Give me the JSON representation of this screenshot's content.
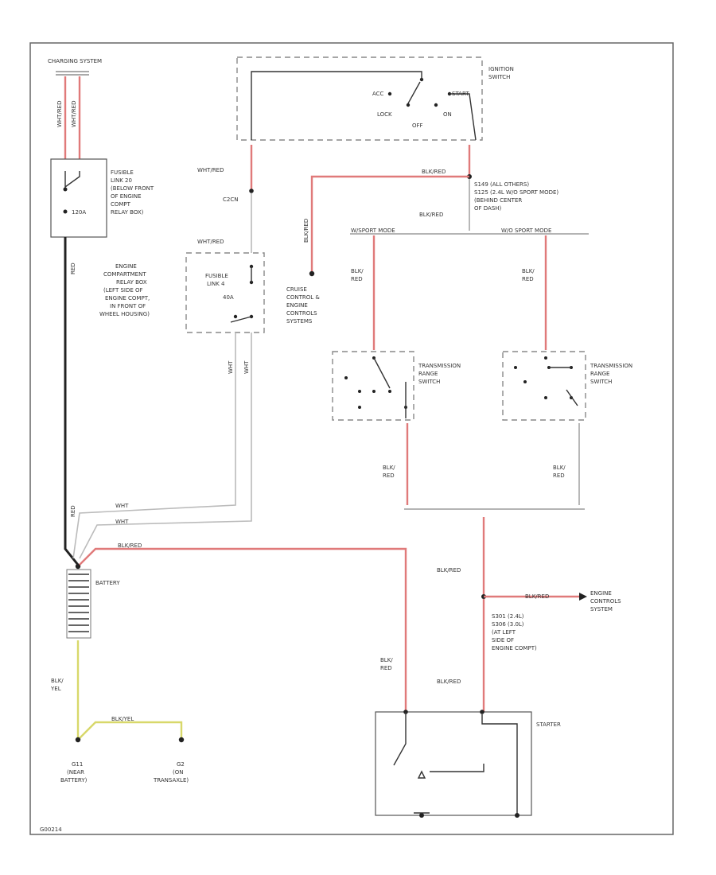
{
  "components": {
    "charging_system": {
      "label": "CHARGING SYSTEM"
    },
    "fusible_link_20": {
      "lines": [
        "FUSIBLE",
        "LINK 20",
        "(BELOW FRONT",
        "OF ENGINE",
        "COMPT",
        "RELAY BOX)"
      ],
      "rating": "120A"
    },
    "ignition_switch": {
      "lines": [
        "IGNITION",
        "SWITCH"
      ],
      "positions": {
        "acc": "ACC",
        "start": "START",
        "lock": "LOCK",
        "on": "ON",
        "off": "OFF"
      }
    },
    "engine_relay_box": {
      "lines": [
        "ENGINE",
        "COMPARTMENT",
        "RELAY BOX",
        "(LEFT SIDE OF",
        "ENGINE COMPT,",
        "IN FRONT OF",
        "WHEEL HOUSING)"
      ]
    },
    "fusible_link_4": {
      "lines": [
        "FUSIBLE",
        "LINK 4",
        "40A"
      ]
    },
    "splice_s149": {
      "lines": [
        "S149 (ALL OTHERS)",
        "S125 (2.4L W/O SPORT MODE)",
        "(BEHIND CENTER",
        "OF DASH)"
      ]
    },
    "cruise_control": {
      "lines": [
        "CRUISE",
        "CONTROL &",
        "ENGINE",
        "CONTROLS",
        "SYSTEMS"
      ]
    },
    "trans_range_switch_left": {
      "lines": [
        "TRANSMISSION",
        "RANGE",
        "SWITCH"
      ]
    },
    "trans_range_switch_right": {
      "lines": [
        "TRANSMISSION",
        "RANGE",
        "SWITCH"
      ]
    },
    "battery": {
      "label": "BATTERY"
    },
    "engine_controls": {
      "lines": [
        "ENGINE",
        "CONTROLS",
        "SYSTEM"
      ]
    },
    "splice_s301": {
      "lines": [
        "S301 (2.4L)",
        "S306 (3.0L)",
        "(AT LEFT",
        "SIDE OF",
        "ENGINE COMPT)"
      ]
    },
    "starter": {
      "label": "STARTER"
    },
    "ground_g11": {
      "lines": [
        "G11",
        "(NEAR",
        "BATTERY)"
      ]
    },
    "ground_g2": {
      "lines": [
        "G2",
        "(ON",
        "TRANSAXLE)"
      ]
    }
  },
  "wire_labels": {
    "wht_red_a": "WHT/RED",
    "wht_red_b": "WHT/RED",
    "wht_red_c": "WHT/RED",
    "wht_red_d": "WHT/RED",
    "red_a": "RED",
    "red_b": "RED",
    "wht_a": "WHT",
    "wht_b": "WHT",
    "wht_c": "WHT",
    "wht_d": "WHT",
    "blk_red_splice": "BLK/RED",
    "blk_red_splice_low": "BLK/RED",
    "blk_red_cruise": "BLK/RED",
    "blk_red_left": "BLK/\nRED",
    "blk_red_right": "BLK/\nRED",
    "blk_red_left_low": "BLK/\nRED",
    "blk_red_right_low": "BLK/\nRED",
    "blk_red_battery": "BLK/RED",
    "blk_red_s301_up": "BLK/RED",
    "blk_red_engine": "BLK/RED",
    "blk_red_starter_left": "BLK/\nRED",
    "blk_red_starter_right": "BLK/RED",
    "blk_yel_a": "BLK/\nYEL",
    "blk_yel_b": "BLK/YEL",
    "conn_2con": "C2CN",
    "w_sport_mode": "W/SPORT MODE",
    "wo_sport_mode": "W/O SPORT MODE"
  },
  "diagram_id": "G00214"
}
